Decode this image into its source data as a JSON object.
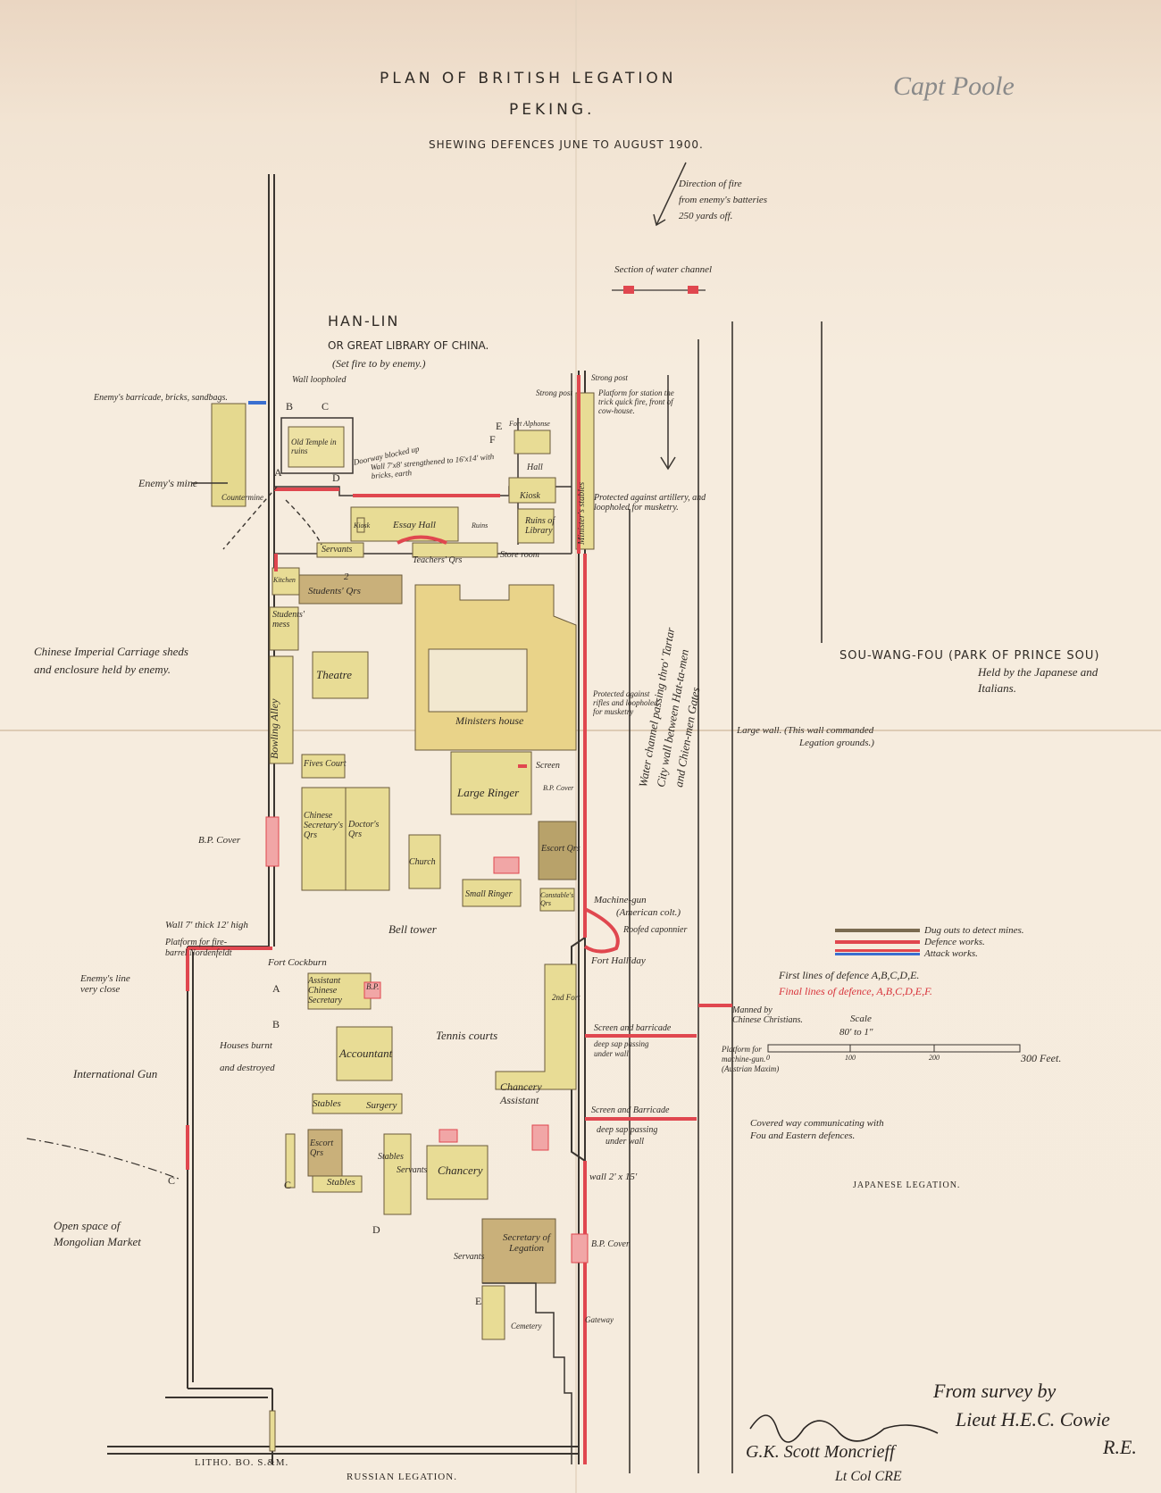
{
  "title": {
    "line1": "PLAN OF BRITISH LEGATION",
    "line2": "PEKING.",
    "subtitle": "SHEWING DEFENCES JUNE TO AUGUST 1900."
  },
  "pencil_note": "Capt Poole",
  "fire_note": [
    "Direction of fire",
    "from enemy's batteries",
    "250 yards off."
  ],
  "section_label": "Section of water channel",
  "hanlin": [
    "HAN-LIN",
    "OR GREAT LIBRARY OF CHINA.",
    "(Set fire to by enemy.)"
  ],
  "north_labels": {
    "barricade": "Enemy's barricade, bricks, sandbags.",
    "loopholed": "Wall loopholed",
    "mine": "Enemy's mine",
    "countermine": "Countermine",
    "temple": "Old Temple in ruins",
    "doorway": "Doorway blocked up",
    "wall_strengthened": "Wall 7'x8' strengthened to 16'x14' with bricks, earth",
    "strong_post": "Strong post",
    "platform_ne": "Platform for station the trick quick fire, front of cow-house.",
    "protected": "Protected against artillery, and loopholed for musketry.",
    "ministers_stables": "Minister's stables",
    "fort_ne": "Fort Alphonse",
    "hall": "Hall",
    "kiosk": "Kiosk",
    "ruins_library": "Ruins of Library",
    "essay_hall": "Essay Hall",
    "kiosk_w": "Kiosk",
    "ruins_sm": "Ruins",
    "servants": "Servants",
    "teachers": "Teachers' Qrs",
    "store": "Store room",
    "kitchen": "Kitchen"
  },
  "buildings": {
    "students_qrs": "Students' Qrs",
    "students_mess": "Students' mess",
    "theatre": "Theatre",
    "bowling": "Bowling Alley",
    "ministers": "Ministers house",
    "protected2": "Protected against rifles and loopholed for musketry",
    "fives": "Fives Court",
    "large_ringer": "Large Ringer",
    "screen": "Screen",
    "bp_cover": "B.P. Cover",
    "chinese_sec": "Chinese Secretary's Qrs",
    "doctors": "Doctor's Qrs",
    "church": "Church",
    "escort2": "Escort Qrs",
    "small_ringer": "Small Ringer",
    "constables": "Constable's Qrs",
    "bell_tower": "Bell tower",
    "asst_chinese": "Assistant Chinese Secretary",
    "bp": "B.P.",
    "accountant": "Accountant",
    "tennis": "Tennis courts",
    "stables1": "Stables",
    "surgery": "Surgery",
    "escort_qrs": "Escort Qrs",
    "stables2": "Stables",
    "stables3": "Stables",
    "servants2": "Servants",
    "chancery": "Chancery",
    "chancery_asst": "Chancery Assistant",
    "secretary": "Secretary of Legation",
    "servants3": "Servants",
    "cemetery": "Cemetery",
    "gateway": "Gateway",
    "num2": "2"
  },
  "west_labels": {
    "carriage": [
      "Chinese Imperial Carriage sheds",
      "and enclosure held by enemy."
    ],
    "bp_cover": "B.P. Cover",
    "wall": "Wall 7' thick 12' high",
    "platform": [
      "Platform for fire-",
      "barrel Nordenfeldt"
    ],
    "fort_cockburn": "Fort Cockburn",
    "enemy_line": [
      "Enemy's line",
      "very close"
    ],
    "houses": [
      "Houses burnt",
      "and destroyed"
    ],
    "international": "International Gun",
    "mongolian": [
      "Open space of",
      "Mongolian Market"
    ]
  },
  "east_labels": {
    "moat": [
      "Water channel passing thro' Tartar",
      "City wall between Hat-ta-men",
      "and Chien-men Gates"
    ],
    "sou_wang": "SOU-WANG-FOU (PARK OF PRINCE SOU)",
    "held": [
      "Held by the Japanese and",
      "Italians."
    ],
    "large_wall": [
      "Large wall. (This wall commanded",
      "Legation grounds.)"
    ],
    "machine_gun": [
      "Machine-gun",
      "(American colt.)"
    ],
    "roofed": "Roofed caponnier",
    "fort_halliday": "Fort Halliday",
    "manned": [
      "Manned by",
      "Chinese Christians."
    ],
    "screen_barricade": "Screen and barricade",
    "deep_sap": [
      "deep sap passing",
      "under wall"
    ],
    "platform_mg": [
      "Platform for",
      "machine-gun.",
      "(Austrian Maxim)"
    ],
    "screen_barricade2": "Screen and Barricade",
    "deep_sap2": [
      "deep sap passing",
      "under wall"
    ],
    "covered": [
      "Covered way communicating with",
      "Fou and Eastern defences."
    ],
    "japanese": "JAPANESE LEGATION.",
    "wall_2": "wall 2' x 15'",
    "bp_cover2": "B.P. Cover",
    "fort_num": "2nd Fort"
  },
  "legend": {
    "dug": "Dug outs to detect mines.",
    "defence": "Defence works.",
    "attack": "Attack works.",
    "first": "First lines of defence A,B,C,D,E.",
    "final": "Final lines of defence, A,B,C,D,E,F."
  },
  "scale": {
    "label": "Scale",
    "ratio": "80' to 1\"",
    "end": "300 Feet.",
    "ticks": [
      "0",
      "100",
      "200"
    ]
  },
  "letters": {
    "A": "A",
    "B": "B",
    "C": "C",
    "D": "D",
    "E": "E",
    "F": "F"
  },
  "footer": {
    "litho": "LITHO. BO. S.&M.",
    "russian": "RUSSIAN LEGATION.",
    "survey": [
      "From survey by",
      "Lieut H.E.C. Cowie",
      "R.E."
    ],
    "signature": [
      "G.K. Scott Moncrieff",
      "Lt Col CRE"
    ]
  },
  "colors": {
    "paper": "#f5ebdd",
    "building": "#e8dc95",
    "dark": "#c9b07a",
    "defence": "#e0474f",
    "attack": "#3a6fd0",
    "line": "#3a3530"
  }
}
